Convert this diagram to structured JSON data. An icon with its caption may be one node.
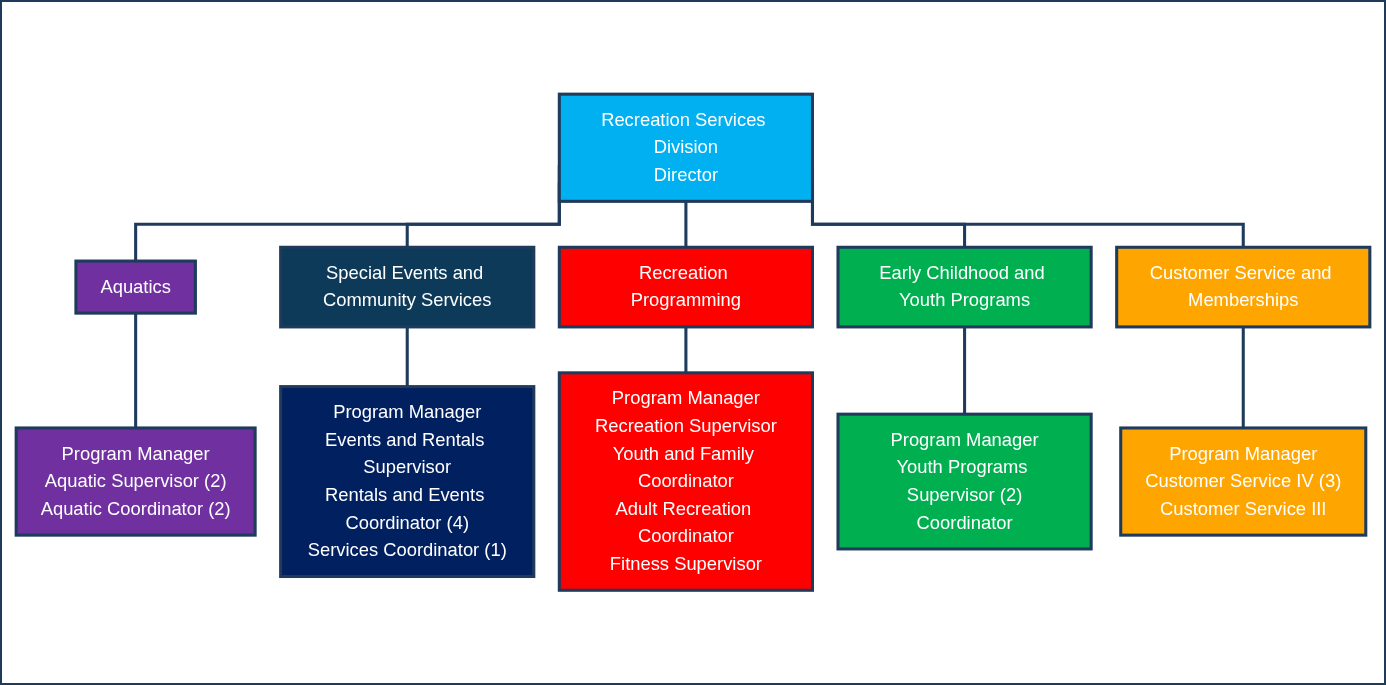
{
  "diagram": {
    "nodes": [
      {
        "text": [
          "Recreation Services Division",
          "Director"
        ]
      },
      {
        "text": [
          "Aquatics"
        ]
      },
      {
        "text": [
          "Special Events and Community Services"
        ]
      },
      {
        "text": [
          "Recreation Programming"
        ]
      },
      {
        "text": [
          "Early Childhood and Youth Programs"
        ]
      },
      {
        "text": [
          "Customer Service and Memberships"
        ]
      },
      {
        "text": [
          "Program Manager",
          "Aquatic Supervisor (2)",
          "Aquatic Coordinator (2)"
        ]
      },
      {
        "text": [
          "Program Manager",
          "Events and Rentals Supervisor",
          "Rentals and Events Coordinator (4)",
          "Services Coordinator (1)"
        ]
      },
      {
        "text": [
          "Program Manager",
          "Recreation Supervisor",
          "Youth and Family Coordinator",
          "Adult Recreation Coordinator",
          "Fitness Supervisor"
        ]
      },
      {
        "text": [
          "Program Manager",
          "Youth Programs Supervisor (2)",
          "Coordinator"
        ]
      },
      {
        "text": [
          "Program Manager",
          "Customer Service IV (3)",
          "Customer Service III"
        ]
      }
    ],
    "edges": [
      {
        "from": 0,
        "to": 1,
        "arrow": "none"
      },
      {
        "from": 0,
        "to": 2,
        "arrow": "none"
      },
      {
        "from": 0,
        "to": 3,
        "arrow": "none"
      },
      {
        "from": 0,
        "to": 4,
        "arrow": "none"
      },
      {
        "from": 0,
        "to": 5,
        "arrow": "none"
      },
      {
        "from": 1,
        "to": 6,
        "arrow": "none"
      },
      {
        "from": 2,
        "to": 7,
        "arrow": "none"
      },
      {
        "from": 3,
        "to": 8,
        "arrow": "none"
      },
      {
        "from": 4,
        "to": 9,
        "arrow": "none"
      },
      {
        "from": 5,
        "to": 10,
        "arrow": "none"
      }
    ]
  }
}
